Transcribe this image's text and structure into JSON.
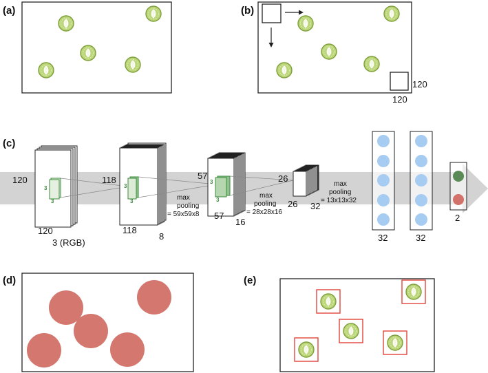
{
  "panels": {
    "a": "(a)",
    "b": "(b)",
    "c": "(c)",
    "d": "(d)",
    "e": "(e)"
  },
  "panel_b": {
    "window_w": "120",
    "window_h": "120"
  },
  "network": {
    "input_size": "120",
    "input_size_bottom": "120",
    "input_channels": "3 (RGB)",
    "kernel_a": "3",
    "kernel_b": "3",
    "conv1_size": "118",
    "conv1_size_bottom": "118",
    "conv1_depth": "8",
    "pool1_line1": "max",
    "pool1_line2": "pooling",
    "pool1_dims": "= 59x59x8",
    "conv2_size": "57",
    "conv2_size_bottom": "57",
    "conv2_depth": "16",
    "pool2_line1": "max",
    "pool2_line2": "pooling",
    "pool2_dims": "= 28x28x16",
    "conv3_size": "26",
    "conv3_size_bottom": "26",
    "conv3_depth": "32",
    "pool3_line1": "max",
    "pool3_line2": "pooling",
    "pool3_dims": "= 13x13x32",
    "dense1_units": "32",
    "dense2_units": "32",
    "output_units": "2"
  },
  "colors": {
    "arrow": "#d3d3d3",
    "filter": "#8fc28f",
    "neuron": "#a7ccf2",
    "out_green": "#5a8a55",
    "out_red": "#d2726a",
    "disc": "#d4786f",
    "box_red": "#e0443a",
    "pollen_fill": "#bcd67a",
    "pollen_stroke": "#7e9f3a"
  }
}
